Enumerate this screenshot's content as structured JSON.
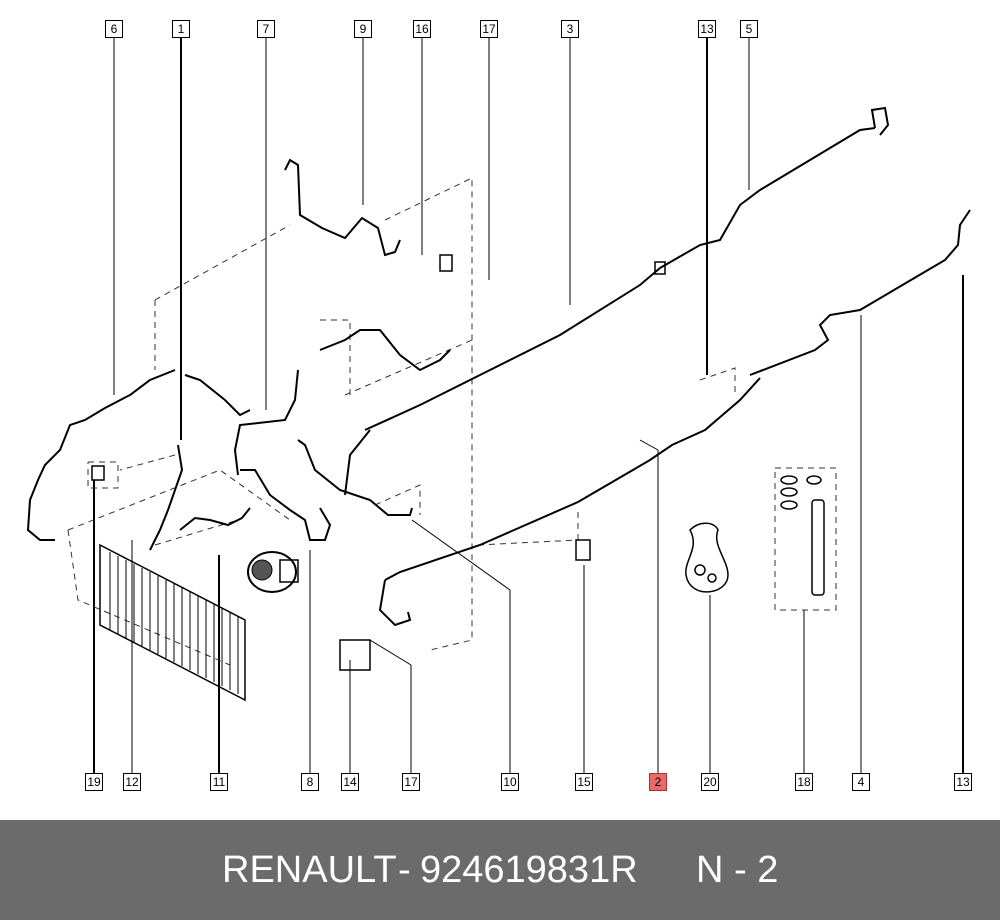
{
  "diagram": {
    "callouts_top": [
      "6",
      "1",
      "7",
      "9",
      "16",
      "17",
      "3",
      "13",
      "5"
    ],
    "callouts_bottom": [
      "19",
      "12",
      "11",
      "8",
      "14",
      "17",
      "10",
      "15",
      "2",
      "20",
      "18",
      "4",
      "13"
    ],
    "highlighted_callout": "2"
  },
  "footer": {
    "brand": "RENAULT",
    "separator": "-",
    "part_number": "924619831R",
    "note": "N - 2"
  },
  "colors": {
    "line": "#000000",
    "highlight": "#e86a6a",
    "footer_bg": "#6b6b6b",
    "footer_text": "#ffffff"
  }
}
